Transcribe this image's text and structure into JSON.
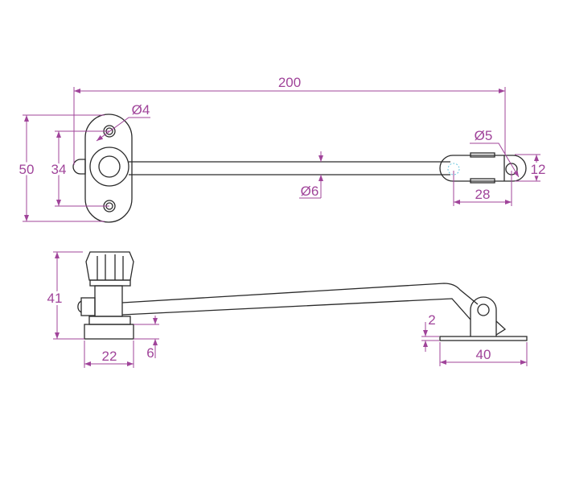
{
  "drawing": {
    "top_view": {
      "dim_length": "200",
      "dim_height": "50",
      "dim_hole_spacing": "34",
      "dim_hole_dia": "Ø4",
      "dim_bar_dia": "Ø6",
      "dim_end_hole_dia": "Ø5",
      "dim_end_width": "12",
      "dim_end_spacing": "28"
    },
    "side_view": {
      "dim_height": "41",
      "dim_base_width": "22",
      "dim_base_height": "6",
      "dim_plate_thickness": "2",
      "dim_plate_length": "40"
    },
    "colors": {
      "dimension": "#a0449a",
      "outline": "#2a2a2a",
      "hidden": "#6cc8e0"
    }
  }
}
